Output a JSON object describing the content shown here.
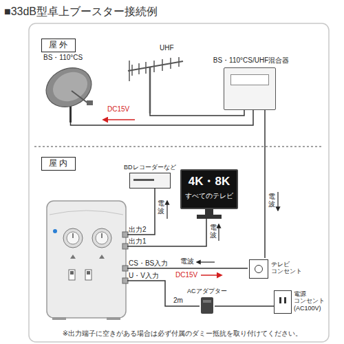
{
  "diagram": {
    "title": "■33dB型卓上ブースター接続例",
    "caption": "※出力端子に空きがある場合は必ず付属のダミー抵抗を取り付けてください。",
    "nodes": [
      {
        "text": [
          "屋 外"
        ]
      },
      {
        "text": [
          "BS・110°CS"
        ]
      },
      {
        "text": [
          "UHF"
        ]
      },
      {
        "text": [
          "BS・110°CS/UHF混合器"
        ]
      },
      {
        "text": [
          "屋 内"
        ]
      },
      {
        "text": [
          "BDレコーダーなど"
        ]
      },
      {
        "text": [
          "4K・8K",
          "すべてのテレビ"
        ]
      },
      {
        "text": [
          "出力2",
          "出力1",
          "CS・BS入力",
          "U・V入力"
        ]
      },
      {
        "text": [
          "テレビ コンセント"
        ]
      },
      {
        "text": [
          "ACアダプター"
        ]
      },
      {
        "text": [
          "電源 コンセント (AC100V)"
        ]
      }
    ],
    "edges": [
      {
        "from": 1,
        "to": 3,
        "arrow": "none"
      },
      {
        "from": 2,
        "to": 3,
        "arrow": "none"
      },
      {
        "from": 3,
        "to": 8,
        "arrow": "none",
        "label": "電波"
      },
      {
        "from": 8,
        "to": 7,
        "arrow": "none",
        "label": "電波"
      },
      {
        "from": 7,
        "to": 6,
        "arrow": "none",
        "label": "電波"
      },
      {
        "from": 7,
        "to": 5,
        "arrow": "none",
        "label": "電波"
      },
      {
        "from": 9,
        "to": 7,
        "arrow": "none",
        "label": "2m"
      },
      {
        "from": 9,
        "to": 10,
        "arrow": "none"
      }
    ],
    "labels": [
      "DC15V",
      "DC15V"
    ]
  }
}
